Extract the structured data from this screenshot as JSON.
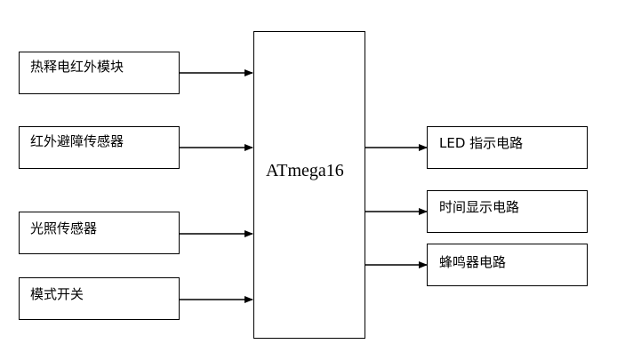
{
  "inputs": [
    {
      "label": "热释电红外模块"
    },
    {
      "label": "红外避障传感器"
    },
    {
      "label": "光照传感器"
    },
    {
      "label": "模式开关"
    }
  ],
  "mcu": {
    "label": "ATmega16"
  },
  "outputs": [
    {
      "label": "LED 指示电路"
    },
    {
      "label": "时间显示电路"
    },
    {
      "label": "蜂鸣器电路"
    }
  ],
  "colors": {
    "line": "#000000",
    "background": "#ffffff"
  }
}
